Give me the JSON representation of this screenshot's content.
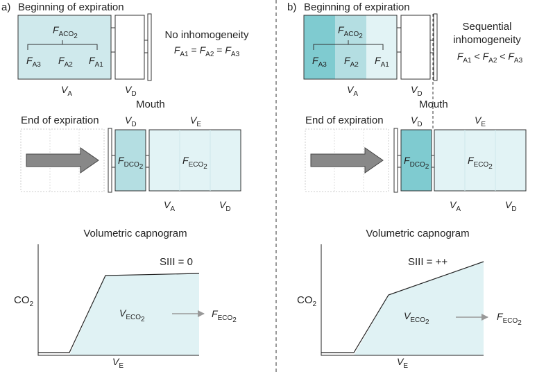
{
  "colors": {
    "alveolar_light": "#cfe9ec",
    "alveolar_mid": "#b4dee2",
    "alveolar_dark": "#7fcbd0",
    "exhaled": "#e2f3f5",
    "area_fill": "#e0f2f4",
    "arrow": "#999999",
    "stroke": "#333333",
    "grid": "#cccccc"
  },
  "panels": [
    {
      "letter": "a)",
      "begin_title": "Beginning of expiration",
      "faco2": "F",
      "faco2_sub": "ACO",
      "faco2_sub2": "2",
      "fa3": "F",
      "fa3_sub": "A3",
      "fa2": "F",
      "fa2_sub": "A2",
      "fa1": "F",
      "fa1_sub": "A1",
      "va": "V",
      "va_sub": "A",
      "vd": "V",
      "vd_sub": "D",
      "desc_line1": "No inhomogeneity",
      "desc_line2": "",
      "eq_f1": "F",
      "eq_s1": "A1",
      "eq_op1": " = ",
      "eq_f2": "F",
      "eq_s2": "A2",
      "eq_op2": " = ",
      "eq_f3": "F",
      "eq_s3": "A3",
      "mouth": "Mouth",
      "end_title": "End of expiration",
      "fdco2": "F",
      "fdco2_sub": "DCO",
      "fdco2_sub2": "2",
      "feco2": "F",
      "feco2_sub": "ECO",
      "feco2_sub2": "2",
      "ve": "V",
      "ve_sub": "E",
      "capno_title": "Volumetric capnogram",
      "siii": "SIII = 0",
      "co2": "CO",
      "co2_sub": "2",
      "veco2": "V",
      "veco2_sub": "ECO",
      "veco2_sub2": "2",
      "arrow_f": "F",
      "arrow_sub": "ECO",
      "arrow_sub2": "2",
      "xlabel": "V",
      "xlabel_sub": "E"
    },
    {
      "letter": "b)",
      "begin_title": "Beginning of expiration",
      "faco2": "F",
      "faco2_sub": "ACO",
      "faco2_sub2": "2",
      "fa3": "F",
      "fa3_sub": "A3",
      "fa2": "F",
      "fa2_sub": "A2",
      "fa1": "F",
      "fa1_sub": "A1",
      "va": "V",
      "va_sub": "A",
      "vd": "V",
      "vd_sub": "D",
      "desc_line1": "Sequential",
      "desc_line2": "inhomogeneity",
      "eq_f1": "F",
      "eq_s1": "A1",
      "eq_op1": " < ",
      "eq_f2": "F",
      "eq_s2": "A2",
      "eq_op2": " < ",
      "eq_f3": "F",
      "eq_s3": "A3",
      "mouth": "Mouth",
      "end_title": "End of expiration",
      "fdco2": "F",
      "fdco2_sub": "DCO",
      "fdco2_sub2": "2",
      "feco2": "F",
      "feco2_sub": "ECO",
      "feco2_sub2": "2",
      "ve": "V",
      "ve_sub": "E",
      "capno_title": "Volumetric capnogram",
      "siii": "SIII = ++",
      "co2": "CO",
      "co2_sub": "2",
      "veco2": "V",
      "veco2_sub": "ECO",
      "veco2_sub2": "2",
      "arrow_f": "F",
      "arrow_sub": "ECO",
      "arrow_sub2": "2",
      "xlabel": "V",
      "xlabel_sub": "E"
    }
  ]
}
